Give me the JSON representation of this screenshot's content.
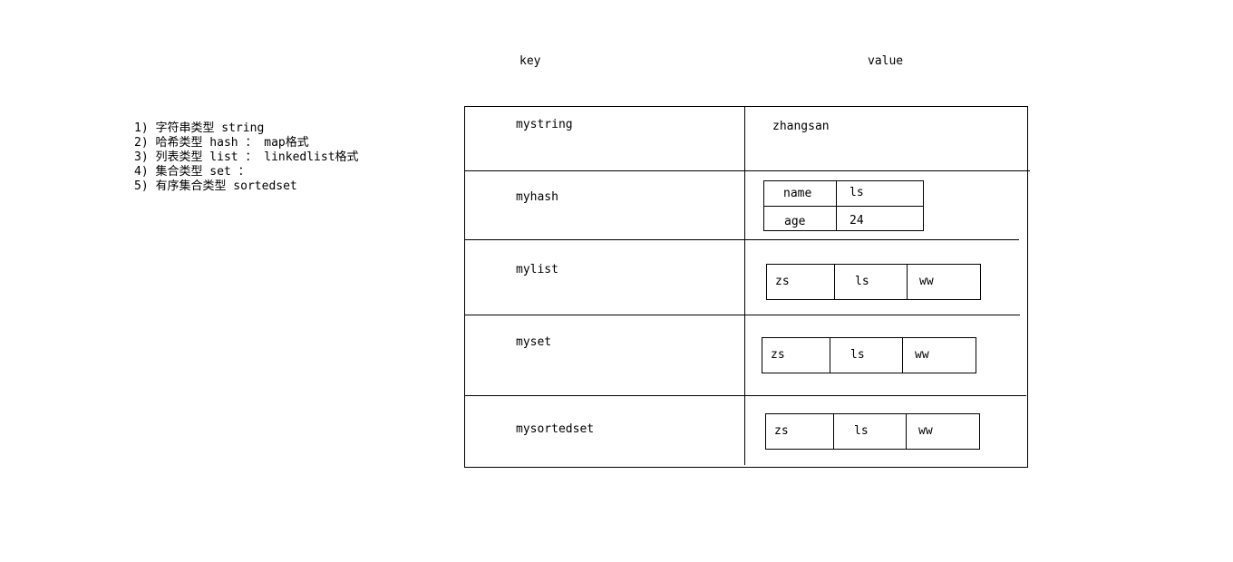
{
  "types": [
    "1) 字符串类型 string",
    "2) 哈希类型 hash ： map格式",
    "3) 列表类型 list ： linkedlist格式",
    "4) 集合类型 set  ：",
    "5) 有序集合类型 sortedset"
  ],
  "headers": {
    "key": "key",
    "value": "value"
  },
  "rows": {
    "string": {
      "key": "mystring",
      "value": "zhangsan"
    },
    "hash": {
      "key": "myhash",
      "entries": [
        {
          "field": "name",
          "value": "ls"
        },
        {
          "field": "age",
          "value": "24"
        }
      ]
    },
    "list": {
      "key": "mylist",
      "items": [
        "zs",
        "ls",
        "ww"
      ]
    },
    "set": {
      "key": "myset",
      "items": [
        "zs",
        "ls",
        "ww"
      ]
    },
    "sortedset": {
      "key": "mysortedset",
      "items": [
        "zs",
        "ls",
        "ww"
      ]
    }
  }
}
